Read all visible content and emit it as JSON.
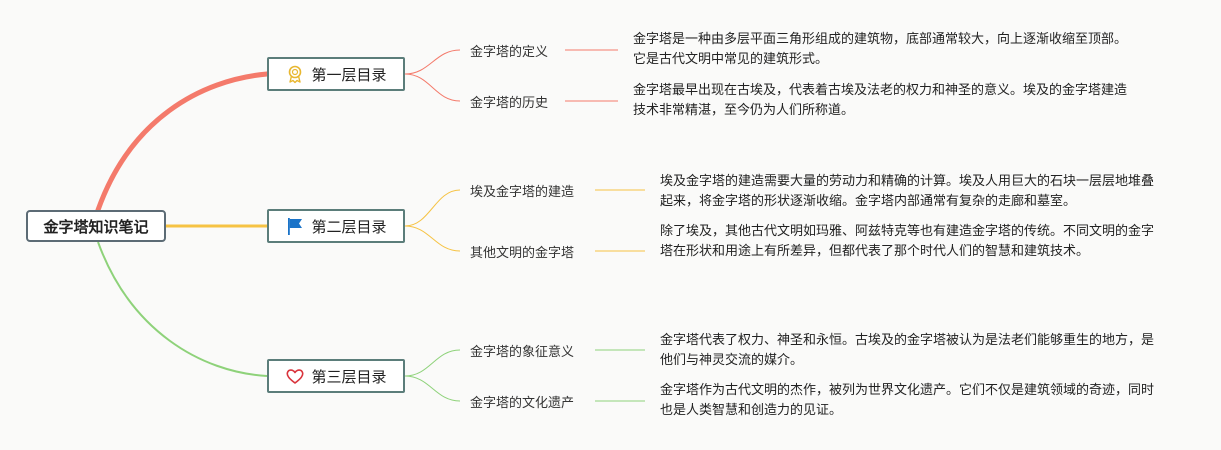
{
  "root": {
    "title": "金字塔知识笔记"
  },
  "colors": {
    "level1": "#f47a6b",
    "level2": "#f6c344",
    "level3": "#8ed27a",
    "border": "#5b7d7a"
  },
  "levels": [
    {
      "title": "第一层目录",
      "icon": "award-ribbon-icon",
      "topics": [
        {
          "label": "金字塔的定义",
          "note": "金字塔是一种由多层平面三角形组成的建筑物，底部通常较大，向上逐渐收缩至顶部。它是古代文明中常见的建筑形式。"
        },
        {
          "label": "金字塔的历史",
          "note": "金字塔最早出现在古埃及，代表着古埃及法老的权力和神圣的意义。埃及的金字塔建造技术非常精湛，至今仍为人们所称道。"
        }
      ]
    },
    {
      "title": "第二层目录",
      "icon": "flag-icon",
      "topics": [
        {
          "label": "埃及金字塔的建造",
          "note": "埃及金字塔的建造需要大量的劳动力和精确的计算。埃及人用巨大的石块一层层地堆叠起来，将金字塔的形状逐渐收缩。金字塔内部通常有复杂的走廊和墓室。"
        },
        {
          "label": "其他文明的金字塔",
          "note": "除了埃及，其他古代文明如玛雅、阿兹特克等也有建造金字塔的传统。不同文明的金字塔在形状和用途上有所差异，但都代表了那个时代人们的智慧和建筑技术。"
        }
      ]
    },
    {
      "title": "第三层目录",
      "icon": "heart-icon",
      "topics": [
        {
          "label": "金字塔的象征意义",
          "note": "金字塔代表了权力、神圣和永恒。古埃及的金字塔被认为是法老们能够重生的地方，是他们与神灵交流的媒介。"
        },
        {
          "label": "金字塔的文化遗产",
          "note": "金字塔作为古代文明的杰作，被列为世界文化遗产。它们不仅是建筑领域的奇迹，同时也是人类智慧和创造力的见证。"
        }
      ]
    }
  ]
}
